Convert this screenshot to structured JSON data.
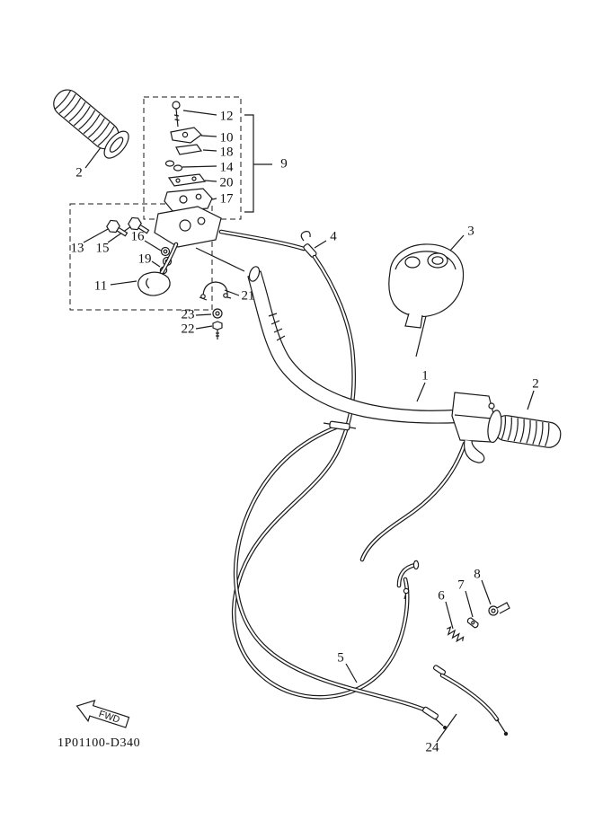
{
  "diagram": {
    "part_code": "1P01100-D340",
    "fwd_label": "FWD"
  },
  "labels": [
    "2",
    "12",
    "10",
    "18",
    "14",
    "9",
    "20",
    "17",
    "13",
    "15",
    "16",
    "19",
    "11",
    "4",
    "3",
    "21",
    "23",
    "22",
    "1",
    "2",
    "8",
    "7",
    "6",
    "5",
    "24"
  ]
}
